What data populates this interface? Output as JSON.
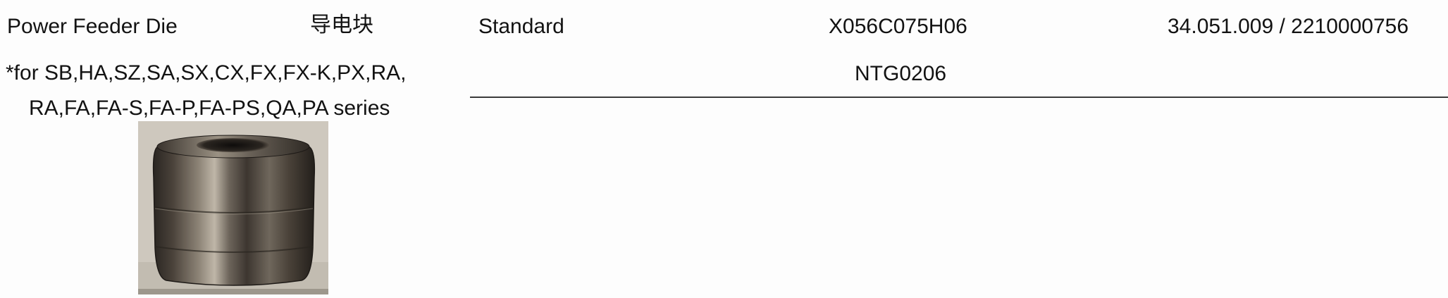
{
  "product": {
    "name": "Power Feeder Die",
    "name_cn": "导电块",
    "type": "Standard",
    "code": "X056C075H06",
    "alt_code": "NTG0206",
    "part_numbers": "34.051.009 / 2210000756",
    "note_line1": "*for SB,HA,SZ,SA,SX,CX,FX,FX-K,PX,RA,",
    "note_line2": "RA,FA,FA-S,FA-P,FA-PS,QA,PA series"
  }
}
